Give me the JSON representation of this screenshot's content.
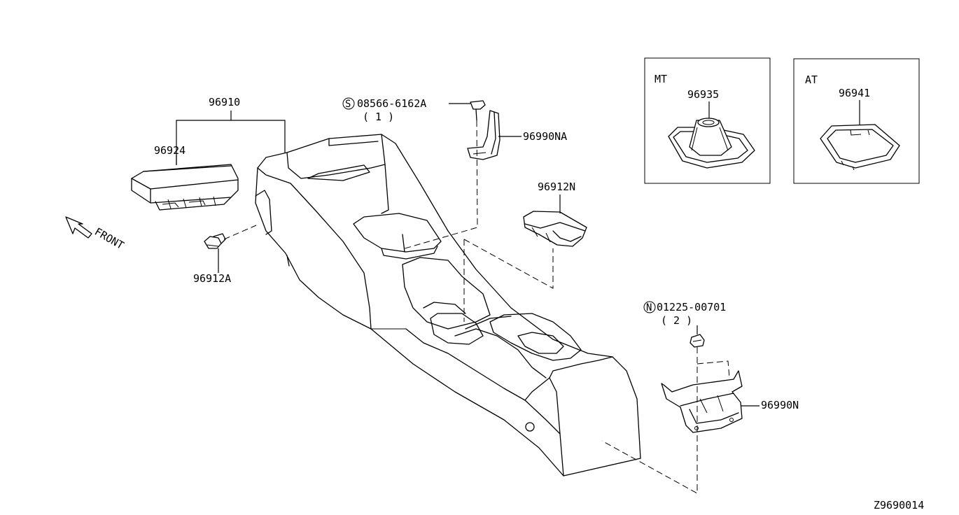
{
  "labels": {
    "p96910": "96910",
    "p96924": "96924",
    "p96912A": "96912A",
    "front": "FRONT",
    "screw_symbol": "S",
    "screw_part": "08566-6162A",
    "screw_qty": "( 1 )",
    "p96990NA": "96990NA",
    "p96912N": "96912N",
    "nut_symbol": "N",
    "nut_part": "01225-00701",
    "nut_qty": "( 2 )",
    "p96990N": "96990N",
    "p96935": "96935",
    "p96941": "96941",
    "diagram_id": "Z9690014"
  },
  "insets": {
    "mt": {
      "title": "MT"
    },
    "at": {
      "title": "AT"
    }
  }
}
